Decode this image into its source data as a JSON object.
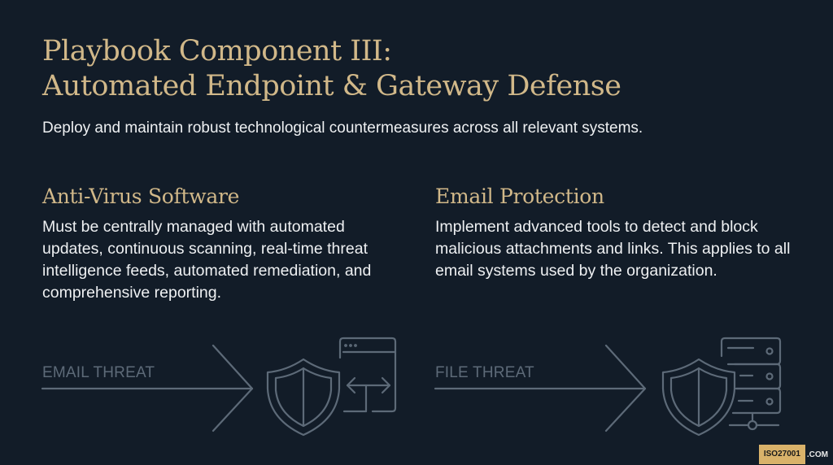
{
  "slide": {
    "title_line1": "Playbook Component III:",
    "title_line2": "Automated Endpoint & Gateway Defense",
    "subtitle": "Deploy and maintain robust technological countermeasures across all relevant systems.",
    "columns": [
      {
        "heading": "Anti-Virus Software",
        "body": "Must be centrally managed with automated updates, continuous scanning, real-time threat intelligence feeds, automated remediation, and comprehensive reporting."
      },
      {
        "heading": "Email Protection",
        "body": "Implement advanced tools to detect and block malicious attachments and links. This applies to all email systems used by the organization."
      }
    ],
    "diagrams": [
      {
        "label": "EMAIL THREAT",
        "icons": [
          "arrow-icon",
          "shield-icon",
          "browser-window-icon"
        ]
      },
      {
        "label": "FILE THREAT",
        "icons": [
          "arrow-icon",
          "shield-icon",
          "server-rack-icon"
        ]
      }
    ]
  },
  "watermark": {
    "brand": "ISO27001",
    "suffix": ".COM"
  },
  "colors": {
    "background": "#121c28",
    "accent_gold": "#d1b889",
    "body_text": "#eef0f2",
    "icon_stroke": "#5d6a78",
    "badge": "#d9b26a"
  }
}
